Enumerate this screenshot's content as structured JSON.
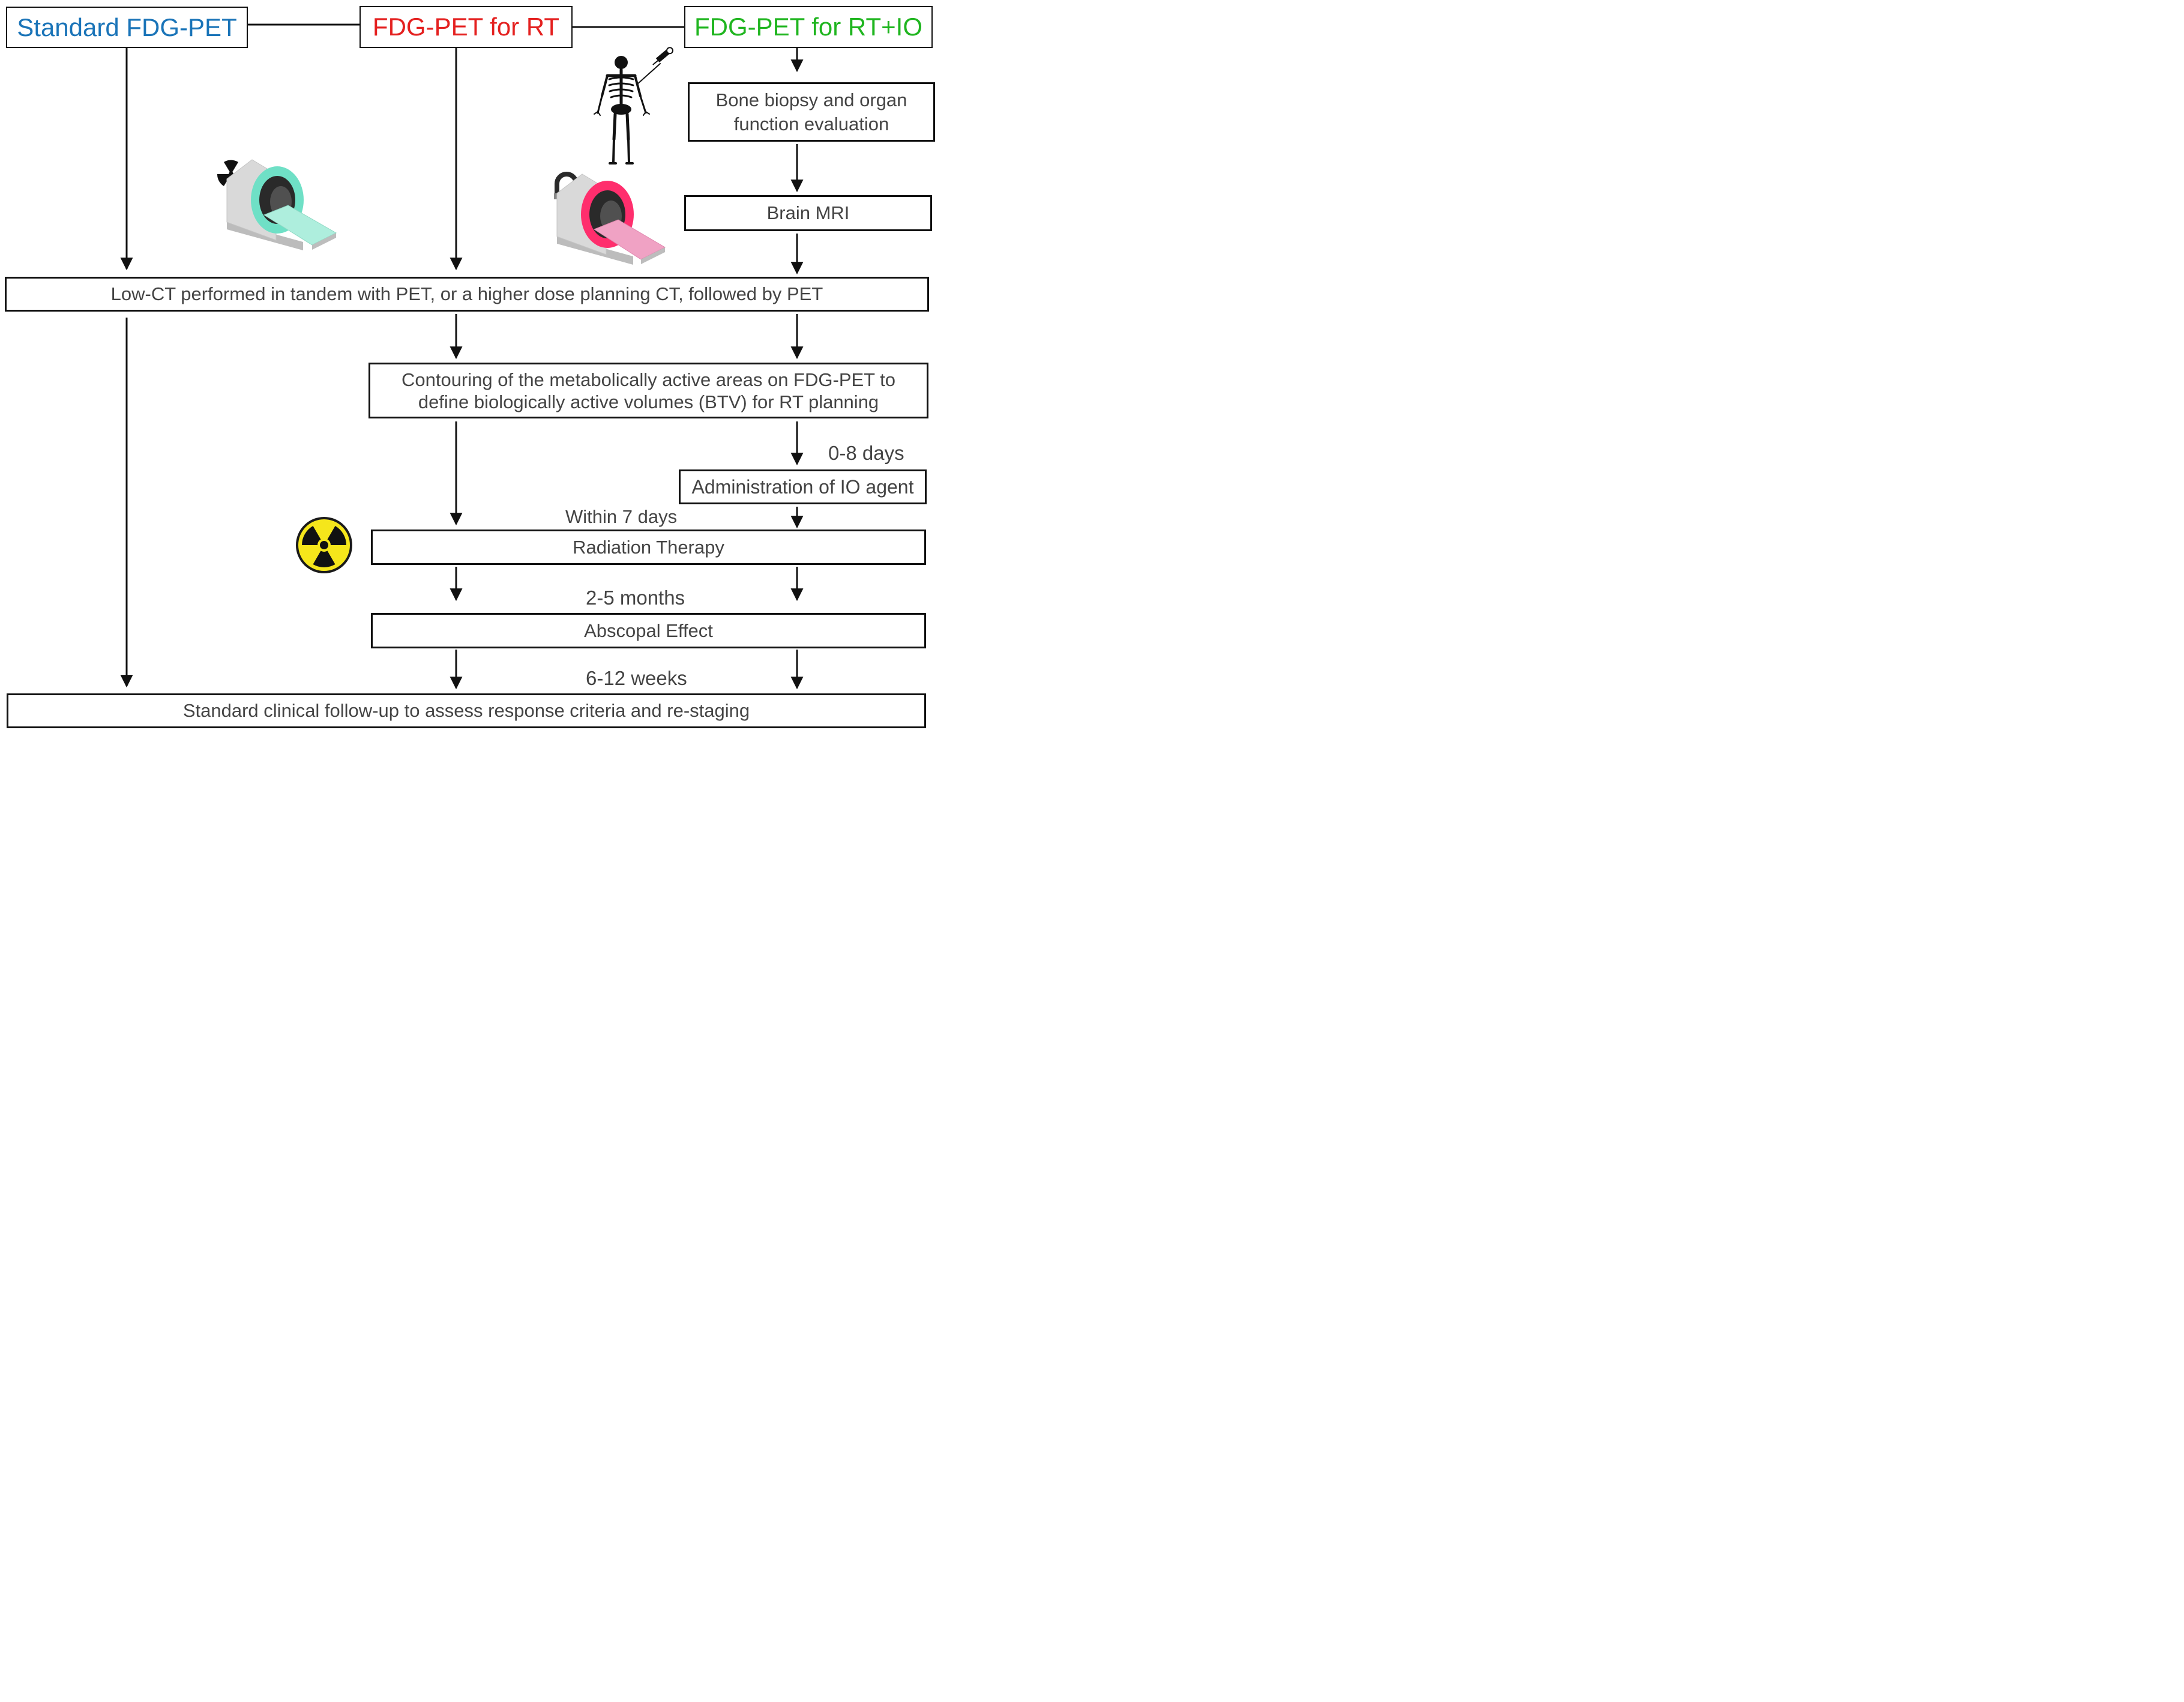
{
  "headers": {
    "standard": "Standard FDG-PET",
    "rt": "FDG-PET for RT",
    "rt_io": "FDG-PET for RT+IO"
  },
  "steps": {
    "bone_biopsy": [
      "Bone biopsy and organ",
      "function evaluation"
    ],
    "brain_mri": "Brain MRI",
    "low_ct": "Low-CT performed in tandem with PET, or a higher dose planning CT, followed by PET",
    "contouring": [
      "Contouring of the metabolically active areas on FDG-PET to",
      "define biologically active volumes (BTV) for RT planning"
    ],
    "io_agent": "Administration of IO agent",
    "radiation": "Radiation Therapy",
    "abscopal": "Abscopal Effect",
    "follow_up": "Standard clinical follow-up to assess response criteria and re-staging"
  },
  "intervals": {
    "io_delay": "0-8 days",
    "rt_delay": "Within 7 days",
    "abscopal_delay": "2-5 months",
    "followup_delay": "6-12 weeks"
  },
  "icons": {
    "scanner_left": "pet-ct-scanner-icon",
    "scanner_right": "mri-scanner-icon",
    "skeleton": "skeleton-biopsy-icon",
    "radiation": "radiation-hazard-icon"
  },
  "colors": {
    "standard": "#1a74b8",
    "rt": "#e4201f",
    "rt_io": "#1fb51f",
    "scanner_left_accent": "#6fe0c6",
    "scanner_right_accent": "#ff2e6d",
    "radiation_yellow": "#f5e61b"
  }
}
